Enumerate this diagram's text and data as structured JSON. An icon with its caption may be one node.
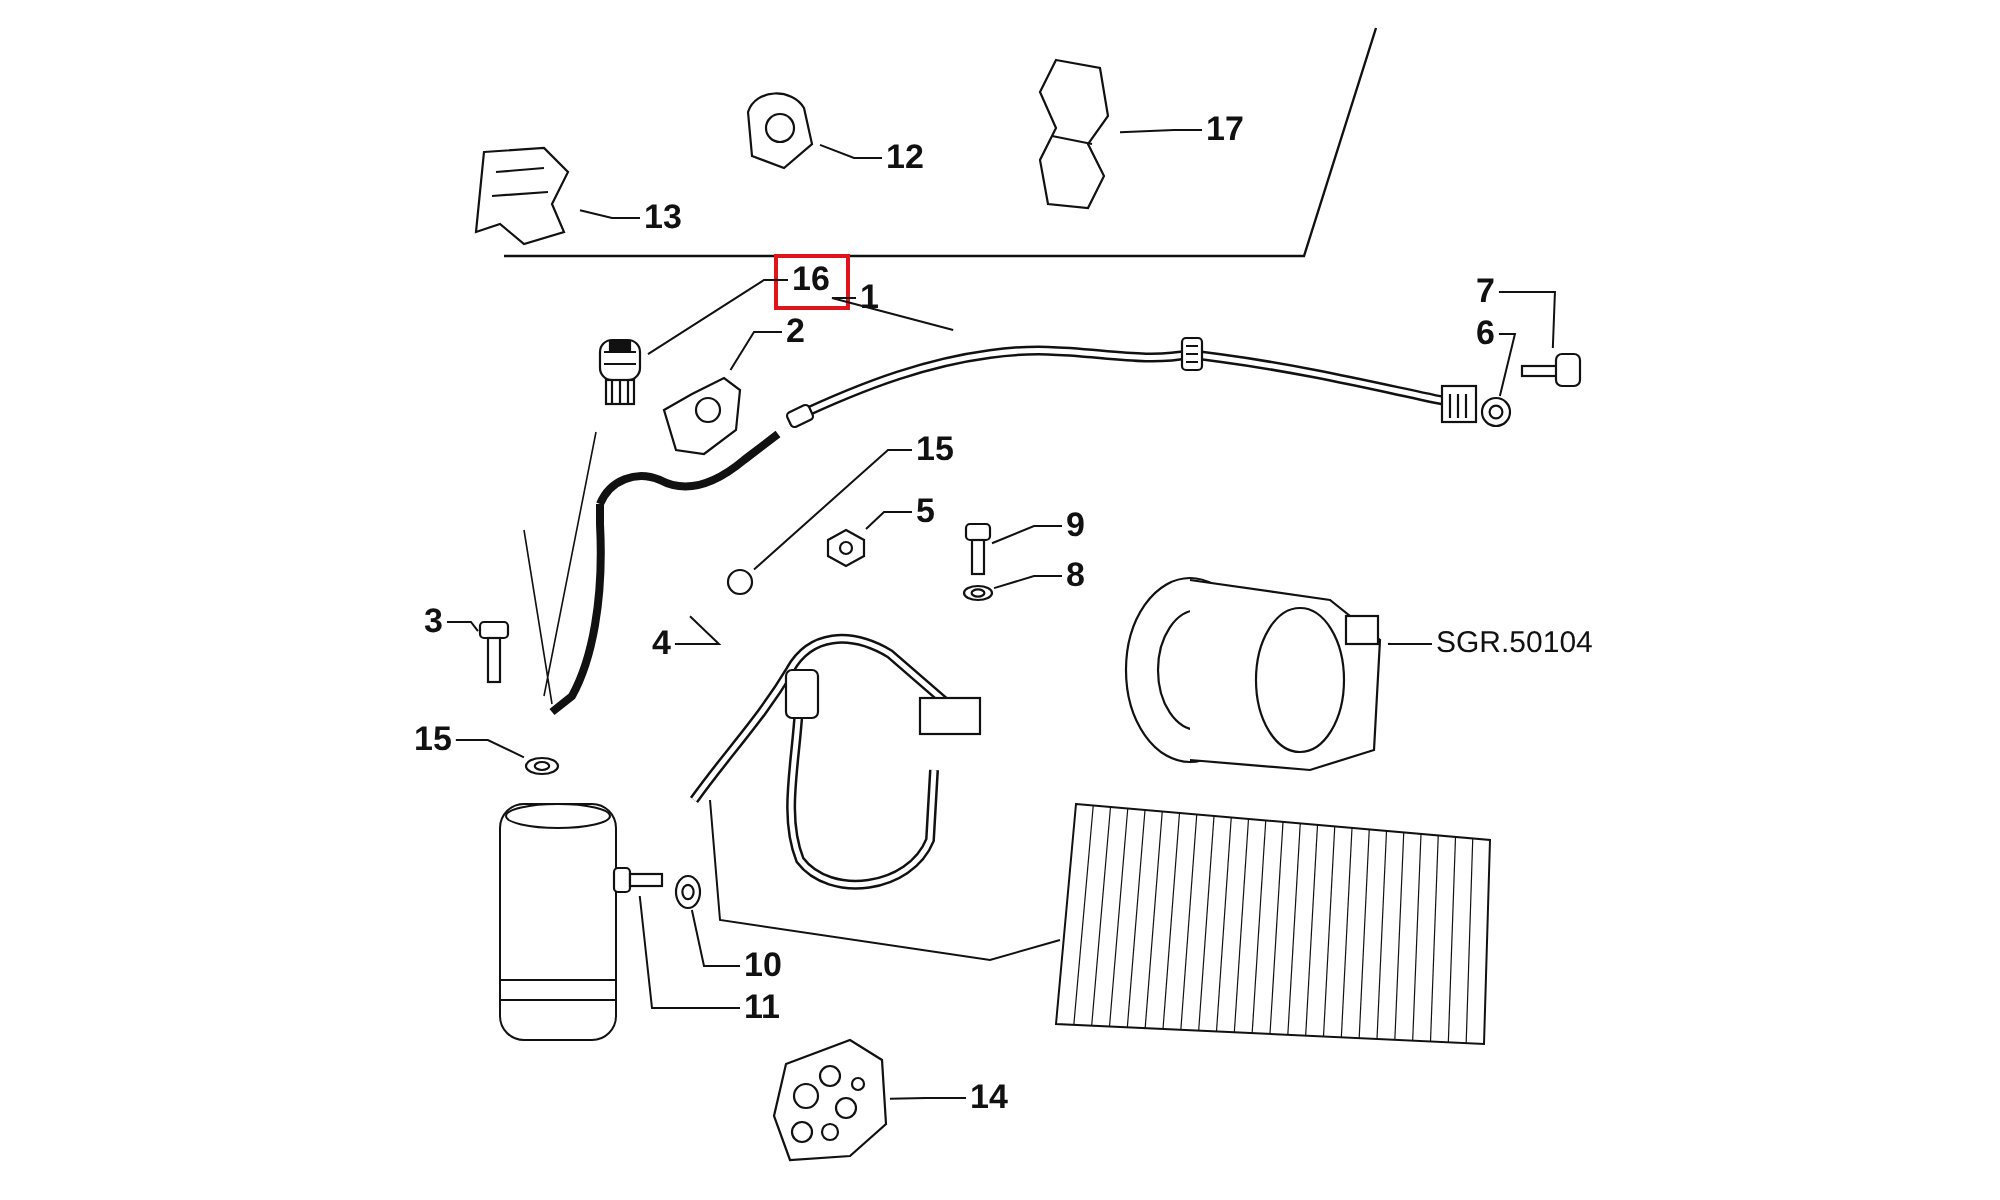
{
  "diagram": {
    "nodes": [
      {
        "text": [
          "13"
        ]
      },
      {
        "text": [],
        "shape": "picture"
      },
      {
        "text": [
          "12"
        ]
      },
      {
        "text": [],
        "shape": "picture"
      },
      {
        "text": [
          "17"
        ]
      },
      {
        "text": [],
        "shape": "picture"
      },
      {
        "text": [
          "16"
        ]
      },
      {
        "text": [],
        "shape": "picture"
      },
      {
        "text": [
          "1"
        ]
      },
      {
        "text": [],
        "shape": "picture"
      },
      {
        "text": [
          "2"
        ]
      },
      {
        "text": [],
        "shape": "picture"
      },
      {
        "text": [
          "7"
        ]
      },
      {
        "text": [],
        "shape": "picture"
      },
      {
        "text": [
          "6"
        ]
      },
      {
        "text": [],
        "shape": "picture"
      },
      {
        "text": [
          "15"
        ]
      },
      {
        "text": [],
        "shape": "circle"
      },
      {
        "text": [
          "5"
        ]
      },
      {
        "text": [],
        "shape": "picture"
      },
      {
        "text": [
          "9"
        ]
      },
      {
        "text": [],
        "shape": "picture"
      },
      {
        "text": [
          "8"
        ]
      },
      {
        "text": [],
        "shape": "picture"
      },
      {
        "text": [
          "3"
        ]
      },
      {
        "text": [],
        "shape": "picture"
      },
      {
        "text": [
          "4"
        ]
      },
      {
        "text": [],
        "shape": "picture"
      },
      {
        "text": [
          "SGR.50104"
        ]
      },
      {
        "text": [],
        "shape": "picture"
      },
      {
        "text": [
          "15"
        ]
      },
      {
        "text": [],
        "shape": "picture"
      },
      {
        "text": [
          "10"
        ]
      },
      {
        "text": [],
        "shape": "picture"
      },
      {
        "text": [
          "11"
        ]
      },
      {
        "text": [],
        "shape": "picture"
      },
      {
        "text": [
          "14"
        ]
      },
      {
        "text": [],
        "shape": "picture"
      }
    ],
    "edges": [
      {
        "from": 0,
        "to": 1,
        "arrow": "none"
      },
      {
        "from": 2,
        "to": 3,
        "arrow": "none"
      },
      {
        "from": 4,
        "to": 5,
        "arrow": "none"
      },
      {
        "from": 6,
        "to": 7,
        "arrow": "none"
      },
      {
        "from": 8,
        "to": 9,
        "arrow": "none"
      },
      {
        "from": 10,
        "to": 11,
        "arrow": "none"
      },
      {
        "from": 12,
        "to": 13,
        "arrow": "none"
      },
      {
        "from": 14,
        "to": 15,
        "arrow": "none"
      },
      {
        "from": 16,
        "to": 17,
        "arrow": "none"
      },
      {
        "from": 18,
        "to": 19,
        "arrow": "none"
      },
      {
        "from": 20,
        "to": 21,
        "arrow": "none"
      },
      {
        "from": 22,
        "to": 23,
        "arrow": "none"
      },
      {
        "from": 24,
        "to": 25,
        "arrow": "none"
      },
      {
        "from": 26,
        "to": 27,
        "arrow": "none"
      },
      {
        "from": 28,
        "to": 29,
        "arrow": "none"
      },
      {
        "from": 30,
        "to": 31,
        "arrow": "none"
      },
      {
        "from": 32,
        "to": 33,
        "arrow": "none"
      },
      {
        "from": 34,
        "to": 35,
        "arrow": "none"
      },
      {
        "from": 36,
        "to": 37,
        "arrow": "none"
      }
    ]
  }
}
